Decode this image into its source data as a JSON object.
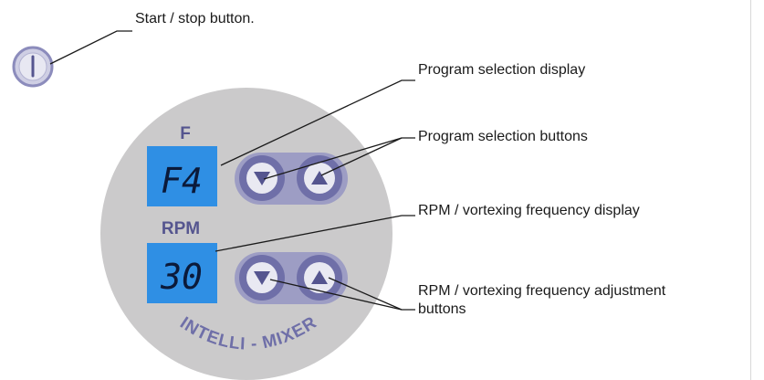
{
  "callouts": {
    "start_stop": "Start / stop button.",
    "program_display": "Program selection display",
    "program_buttons": "Program selection buttons",
    "rpm_display": "RPM / vortexing frequency display",
    "rpm_adjust_line1": "RPM / vortexing frequency adjustment",
    "rpm_adjust_line2": "buttons"
  },
  "panel": {
    "f_label": "F",
    "program_value": "F4",
    "rpm_label": "RPM",
    "rpm_value": "30",
    "brand": "INTELLI - MIXER"
  },
  "colors": {
    "panel_face": "#cbcacb",
    "panel_label": "#55558f",
    "display_bg": "#2f8fe4",
    "display_text": "#0b1a3a",
    "button_ring": "#6f6fa8",
    "button_fill": "#e9e9f2",
    "leader_line": "#1a1a1a"
  },
  "icons": [
    "power-icon",
    "arrow-down-icon",
    "arrow-up-icon"
  ]
}
